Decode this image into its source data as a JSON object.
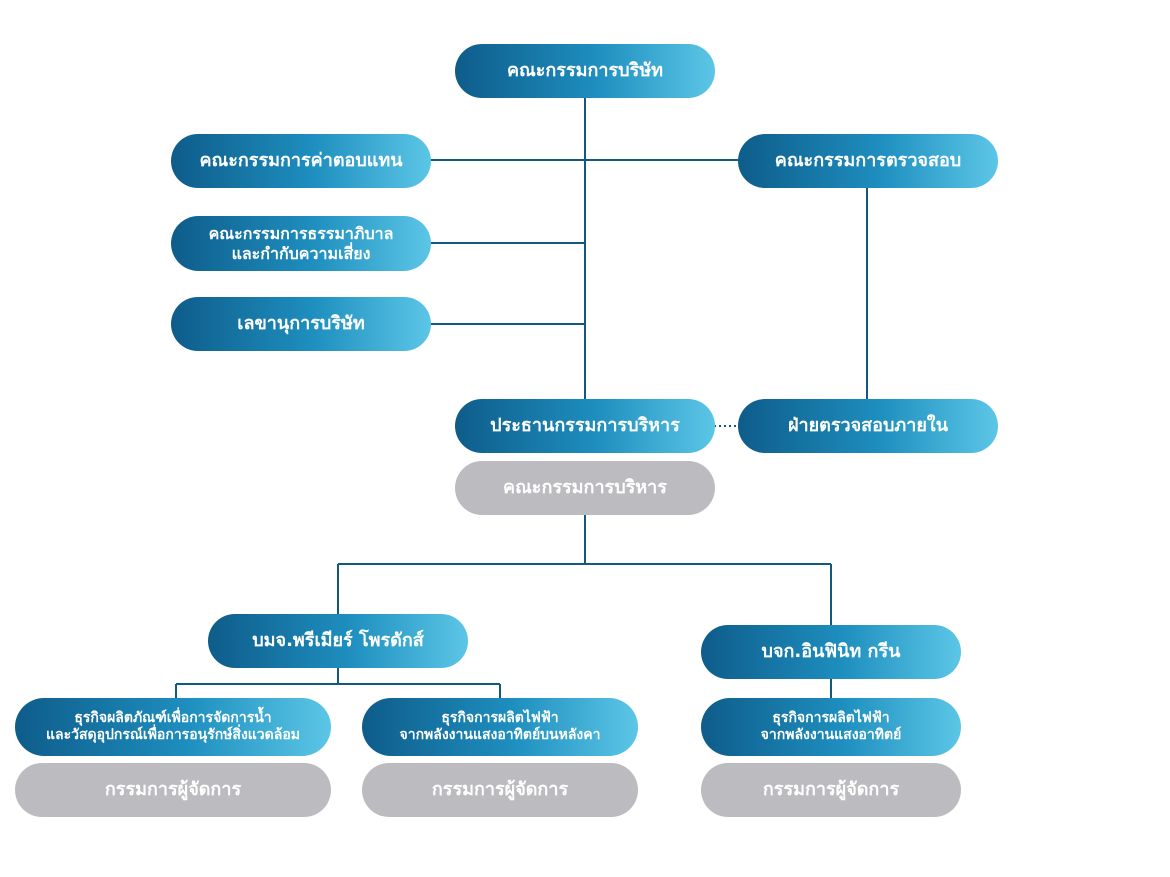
{
  "board": "คณะกรรมการบริษัท",
  "remuneration": "คณะกรรมการค่าตอบแทน",
  "audit_committee": "คณะกรรมการตรวจสอบ",
  "governance": {
    "line1": "คณะกรรมการธรรมาภิบาล",
    "line2": "และกำกับความเสี่ยง"
  },
  "secretary": "เลขานุการบริษัท",
  "ceo": "ประธานกรรมการบริหาร",
  "internal_audit": "ฝ่ายตรวจสอบภายใน",
  "executive_committee": "คณะกรรมการบริหาร",
  "premier": {
    "name": "บมจ.พรีเมียร์ โพรดักส์",
    "business1": {
      "line1": "ธุรกิจผลิตภัณฑ์เพื่อการจัดการน้ำ",
      "line2": "และวัสดุอุปกรณ์เพื่อการอนุรักษ์สิ่งแวดล้อม",
      "manager": "กรรมการผู้จัดการ"
    },
    "business2": {
      "line1": "ธุรกิจการผลิตไฟฟ้า",
      "line2": "จากพลังงานแสงอาทิตย์บนหลังคา",
      "manager": "กรรมการผู้จัดการ"
    }
  },
  "infinite": {
    "name": "บจก.อินฟินิท กรีน",
    "business": {
      "line1": "ธุรกิจการผลิตไฟฟ้า",
      "line2": "จากพลังงานแสงอาทิตย์",
      "manager": "กรรมการผู้จัดการ"
    }
  },
  "colors": {
    "line": "#12597f",
    "gradient_start": "#0e5c8a",
    "gradient_end": "#5cc6e6",
    "gray_box": "#bcbcc0"
  }
}
